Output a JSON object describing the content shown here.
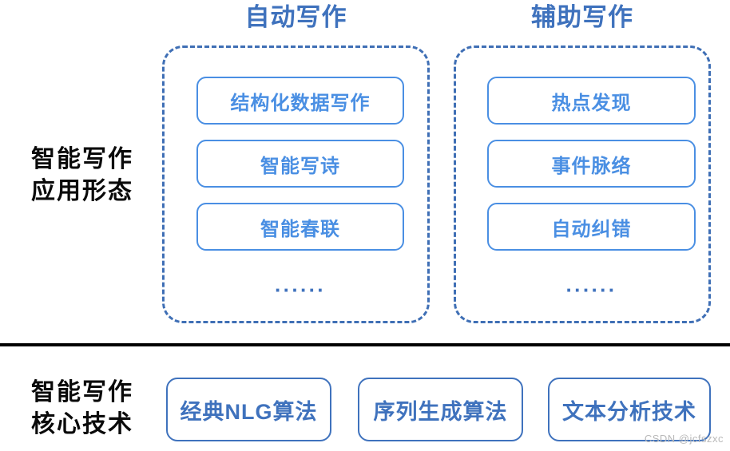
{
  "diagram": {
    "columns": [
      {
        "id": "auto-writing",
        "title": "自动写作",
        "items": [
          {
            "label": "结构化数据写作"
          },
          {
            "label": "智能写诗"
          },
          {
            "label": "智能春联"
          }
        ],
        "ellipsis": "······"
      },
      {
        "id": "assisted-writing",
        "title": "辅助写作",
        "items": [
          {
            "label": "热点发现"
          },
          {
            "label": "事件脉络"
          },
          {
            "label": "自动纠错"
          }
        ],
        "ellipsis": "······"
      }
    ],
    "rows": [
      {
        "id": "application-forms",
        "label_line1": "智能写作",
        "label_line2": "应用形态"
      },
      {
        "id": "core-technology",
        "label_line1": "智能写作",
        "label_line2": "核心技术"
      }
    ],
    "tech_boxes": [
      {
        "label": "经典NLG算法"
      },
      {
        "label": "序列生成算法"
      },
      {
        "label": "文本分析技术"
      }
    ],
    "watermark": "CSDN @jcfszxc",
    "colors": {
      "title_blue": "#3f72bd",
      "box_blue": "#4a8fe3",
      "dashed_blue": "#3f6fb5",
      "divider_black": "#000000",
      "label_black": "#0a0a0a",
      "watermark_gray": "#b9b9b9",
      "background": "#ffffff"
    }
  }
}
